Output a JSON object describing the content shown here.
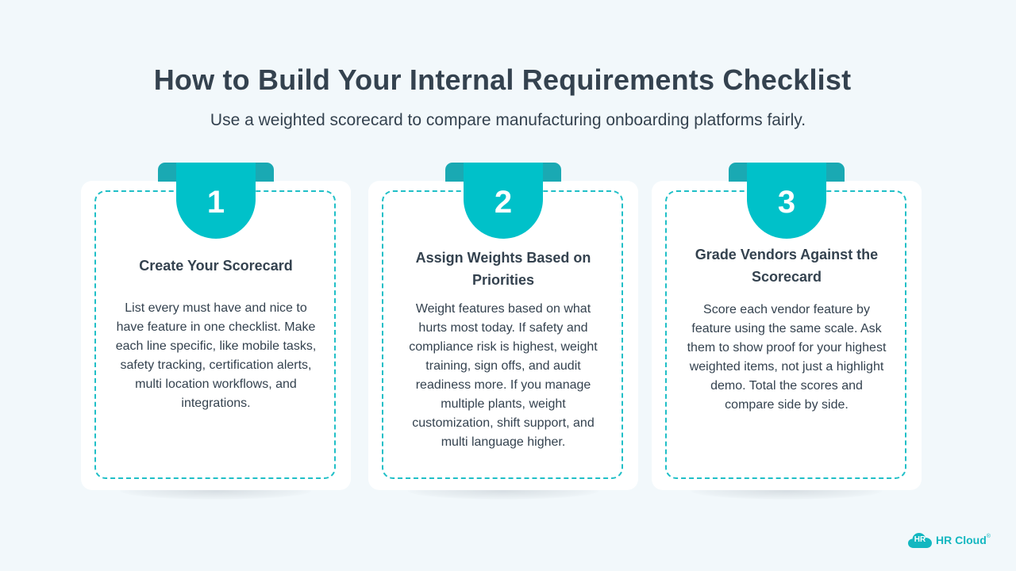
{
  "header": {
    "title": "How to Build Your Internal Requirements Checklist",
    "subtitle": "Use a weighted scorecard to compare manufacturing onboarding platforms fairly."
  },
  "steps": [
    {
      "number": "1",
      "heading": "Create Your Scorecard",
      "body": "List every must have and nice to have feature in one checklist. Make each line specific, like mobile tasks, safety tracking, certification alerts, multi location workflows, and integrations."
    },
    {
      "number": "2",
      "heading": "Assign Weights Based on Priorities",
      "body": "Weight features based on what hurts most today. If safety and compliance risk is highest, weight training, sign offs, and audit readiness more. If you manage multiple plants, weight customization, shift support, and multi language higher."
    },
    {
      "number": "3",
      "heading": "Grade Vendors Against the Scorecard",
      "body": "Score each vendor feature by feature using the same scale. Ask them to show proof for your highest weighted items, not just a highlight demo. Total the scores and compare side by side."
    }
  ],
  "logo": {
    "icon_text": "HR",
    "name": "HR Cloud",
    "mark": "®",
    "icon": "cloud-icon"
  },
  "colors": {
    "background": "#f2f8fb",
    "accent": "#00c1c9",
    "accent_dark": "#1aa9b3",
    "text": "#34424f"
  }
}
